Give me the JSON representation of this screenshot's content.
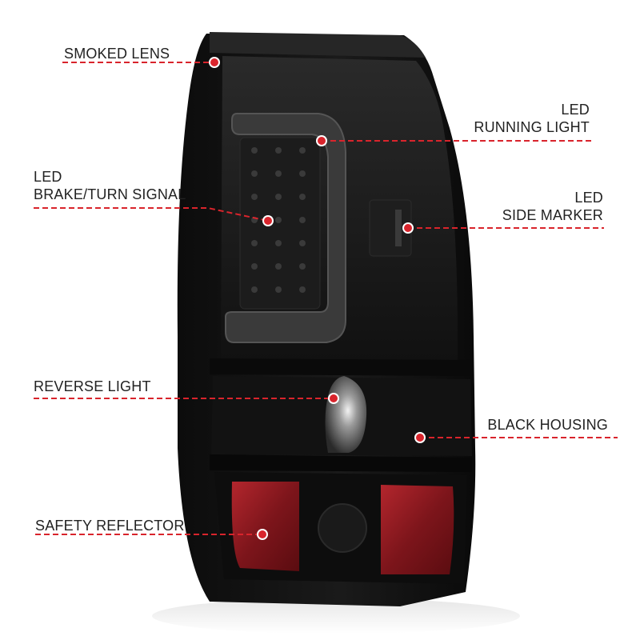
{
  "callouts": {
    "smoked_lens": {
      "lines": [
        "SMOKED LENS"
      ]
    },
    "led_running_light": {
      "lines": [
        "LED",
        "RUNNING LIGHT"
      ]
    },
    "led_brake_turn_signal": {
      "lines": [
        "LED",
        "BRAKE/TURN SIGNAL"
      ]
    },
    "led_side_marker": {
      "lines": [
        "LED",
        "SIDE MARKER"
      ]
    },
    "reverse_light": {
      "lines": [
        "REVERSE LIGHT"
      ]
    },
    "black_housing": {
      "lines": [
        "BLACK HOUSING"
      ]
    },
    "safety_reflector": {
      "lines": [
        "SAFETY REFLECTOR"
      ]
    }
  },
  "colors": {
    "leader_line": "#d9242c",
    "marker_dot": "#d9242c",
    "housing": "#141414",
    "reflector": "#8a1b20"
  }
}
